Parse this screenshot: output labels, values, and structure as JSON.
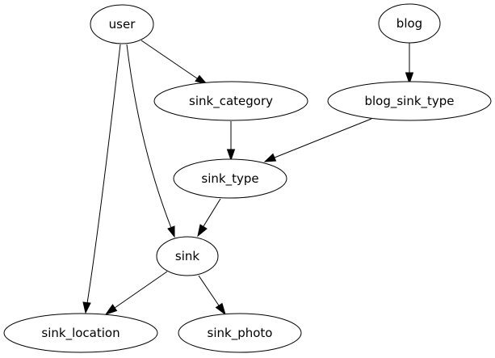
{
  "nodes": [
    {
      "id": "user",
      "label": "user"
    },
    {
      "id": "blog",
      "label": "blog"
    },
    {
      "id": "sink_category",
      "label": "sink_category"
    },
    {
      "id": "blog_sink_type",
      "label": "blog_sink_type"
    },
    {
      "id": "sink_type",
      "label": "sink_type"
    },
    {
      "id": "sink",
      "label": "sink"
    },
    {
      "id": "sink_location",
      "label": "sink_location"
    },
    {
      "id": "sink_photo",
      "label": "sink_photo"
    }
  ],
  "edges": [
    {
      "from": "user",
      "to": "sink_category"
    },
    {
      "from": "user",
      "to": "sink"
    },
    {
      "from": "user",
      "to": "sink_location"
    },
    {
      "from": "blog",
      "to": "blog_sink_type"
    },
    {
      "from": "sink_category",
      "to": "sink_type"
    },
    {
      "from": "blog_sink_type",
      "to": "sink_type"
    },
    {
      "from": "sink_type",
      "to": "sink"
    },
    {
      "from": "sink",
      "to": "sink_location"
    },
    {
      "from": "sink",
      "to": "sink_photo"
    }
  ]
}
